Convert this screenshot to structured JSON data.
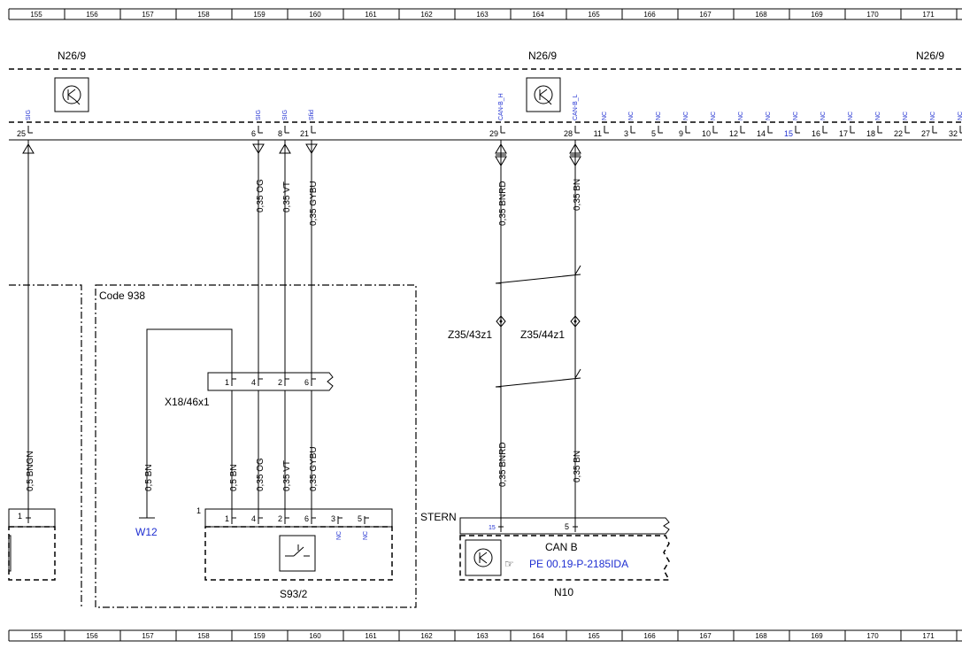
{
  "ruler_numbers": [
    "155",
    "156",
    "157",
    "158",
    "159",
    "160",
    "161",
    "162",
    "163",
    "164",
    "165",
    "166",
    "167",
    "168",
    "169",
    "170",
    "171"
  ],
  "top_bus": {
    "labels": [
      "N26/9",
      "N26/9",
      "N26/9"
    ],
    "pins": [
      {
        "num": "25",
        "sig": "SIG"
      },
      {
        "num": "6",
        "sig": "SIG"
      },
      {
        "num": "8",
        "sig": "SIG"
      },
      {
        "num": "21",
        "sig": "Sfid"
      },
      {
        "num": "29",
        "sig": "CAN-B_H"
      },
      {
        "num": "28",
        "sig": "CAN-B_L"
      },
      {
        "num": "11",
        "sig": "NC"
      },
      {
        "num": "3",
        "sig": "NC"
      },
      {
        "num": "5",
        "sig": "NC"
      },
      {
        "num": "9",
        "sig": "NC"
      },
      {
        "num": "10",
        "sig": "NC"
      },
      {
        "num": "12",
        "sig": "NC"
      },
      {
        "num": "14",
        "sig": "NC"
      },
      {
        "num": "15",
        "sig": "NC"
      },
      {
        "num": "16",
        "sig": "NC"
      },
      {
        "num": "17",
        "sig": "NC"
      },
      {
        "num": "18",
        "sig": "NC"
      },
      {
        "num": "22",
        "sig": "NC"
      },
      {
        "num": "27",
        "sig": "NC"
      },
      {
        "num": "32",
        "sig": "NC"
      }
    ]
  },
  "wires": {
    "w25": "0,5 BNGN",
    "w6": "0,35 OG",
    "w8": "0,35 VT",
    "w21": "0,35 GYBU",
    "w29": "0,35 BNRD",
    "w28": "0,35 BN",
    "w29b": "0,35 BNRD",
    "w28b": "0,35 BN",
    "wbn": "0,5 BN",
    "wbn2": "0,5 BN",
    "wog2": "0,35 OG",
    "wvt2": "0,35 VT",
    "wgy2": "0,35 GYBU"
  },
  "code_box": "Code 938",
  "connector": {
    "name": "X18/46x1",
    "pins": [
      "1",
      "4",
      "2",
      "6"
    ]
  },
  "splices": {
    "z1": "Z35/43z1",
    "z2": "Z35/44z1"
  },
  "ground": "W12",
  "switch": {
    "name": "S93/2",
    "corner": "1",
    "pins": [
      "1",
      "4",
      "2",
      "6",
      "3",
      "5"
    ],
    "nc": [
      "NC",
      "NC"
    ]
  },
  "left_pin": "1",
  "can_module": {
    "stern": "STERN",
    "pins": [
      "15",
      "5"
    ],
    "title": "CAN B",
    "ref_icon": "☞",
    "ref": "PE 00.19-P-2185IDA",
    "name": "N10"
  }
}
